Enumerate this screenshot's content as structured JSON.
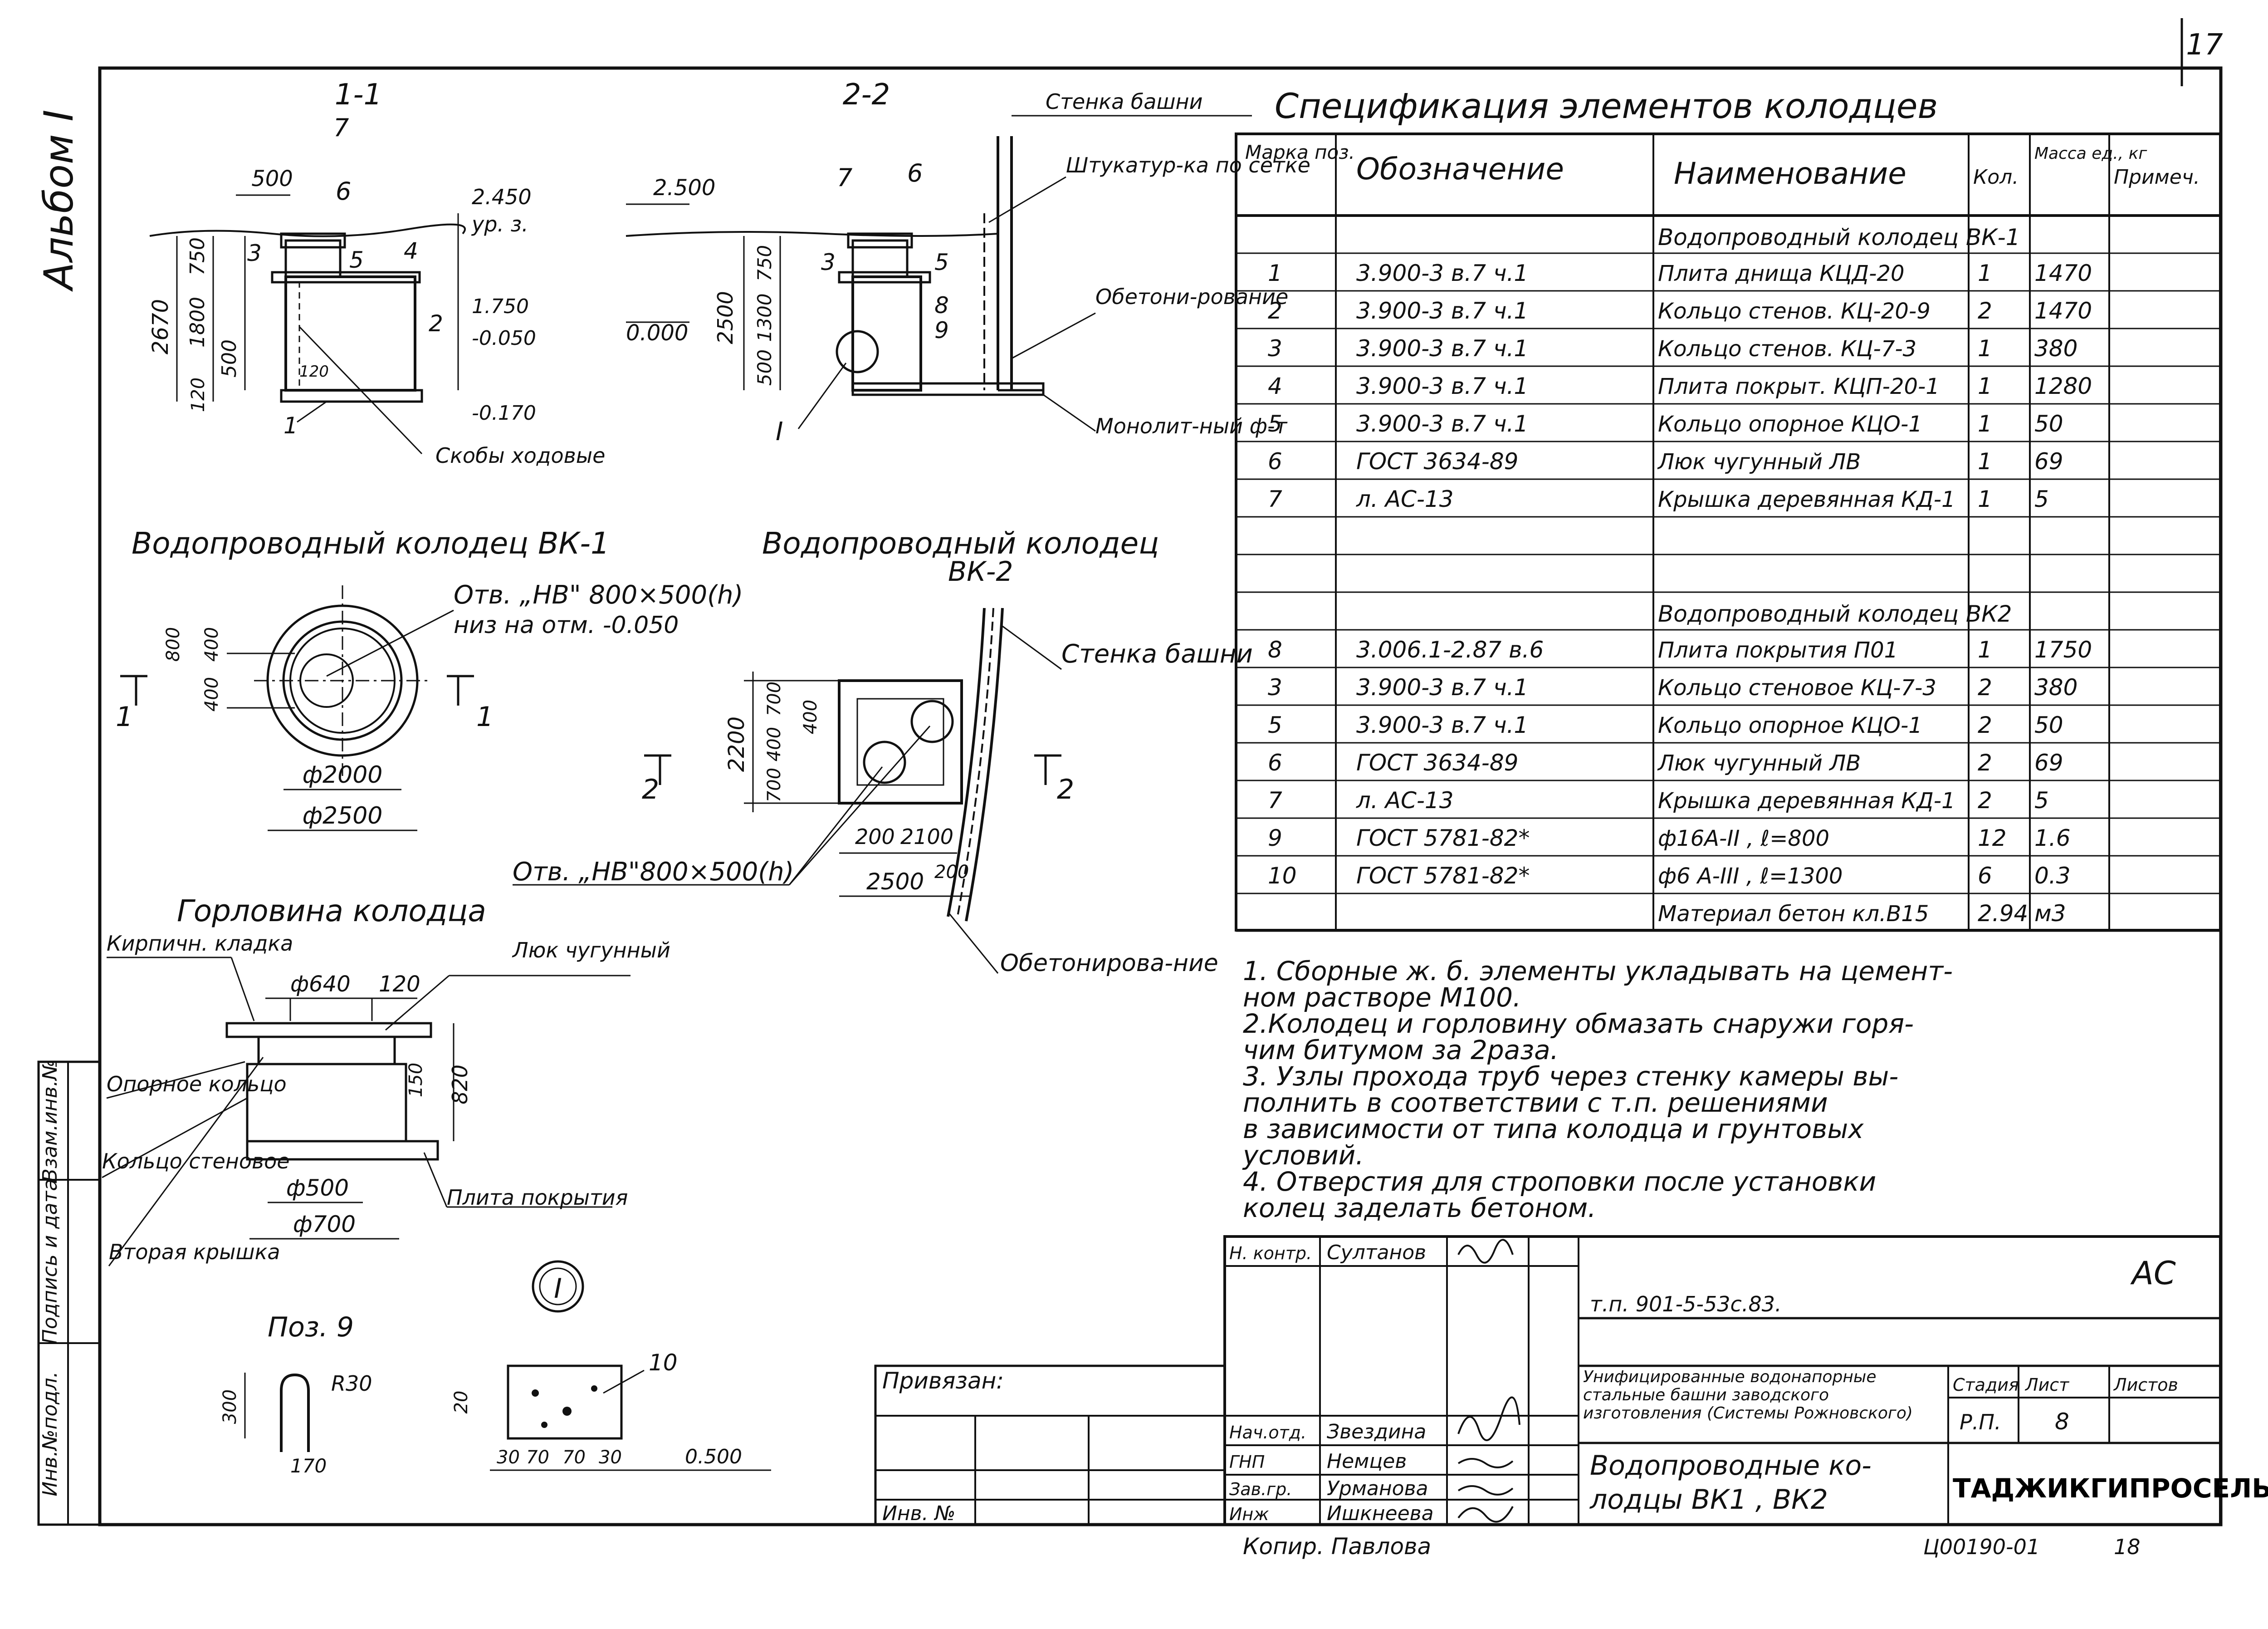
{
  "sheet": {
    "album": "Альбом I",
    "page_number": "17",
    "designation": "т.п. 901-5-53с.83.",
    "section_code": "АС",
    "project_title": "Унифицированные водонапорные стальные башни заводского изготовления (Системы Рожновского)",
    "drawing_title_1": "Водопроводные ко-",
    "drawing_title_2": "лодцы ВК1 , ВК2",
    "organization": "ТАДЖИКГИПРОСЕЛЬСТРОЙ",
    "stage_label": "Стадия",
    "sheet_label": "Лист",
    "sheets_label": "Листов",
    "stage_value": "Р.П.",
    "sheet_value": "8",
    "binding_label": "Привязан:",
    "inv_label": "Инв. №",
    "copy_label": "Копир. Павлова",
    "archive_code": "Ц00190-01",
    "archive_page": "18",
    "side_labels": [
      "Инв.№подл.",
      "Подпись и дата",
      "Взам.инв.№"
    ],
    "staff": [
      {
        "role": "Н. контр.",
        "name": "Султанов"
      },
      {
        "role": "Нач.отд.",
        "name": "Звездина"
      },
      {
        "role": "ГНП",
        "name": "Немцев"
      },
      {
        "role": "Зав.гр.",
        "name": "Урманова"
      },
      {
        "role": "Инж",
        "name": "Ишкнеева"
      }
    ]
  },
  "spec": {
    "title": "Спецификация элементов колодцев",
    "headers": [
      "Марка поз.",
      "Обозначение",
      "Наименование",
      "Кол.",
      "Масса ед., кг",
      "Примеч."
    ],
    "group1": "Водопроводный колодец ВК-1",
    "rows1": [
      [
        "1",
        "3.900-3 в.7 ч.1",
        "Плита днища КЦД-20",
        "1",
        "1470",
        ""
      ],
      [
        "2",
        "3.900-3 в.7 ч.1",
        "Кольцо стенов. КЦ-20-9",
        "2",
        "1470",
        ""
      ],
      [
        "3",
        "3.900-3 в.7 ч.1",
        "Кольцо стенов. КЦ-7-3",
        "1",
        "380",
        ""
      ],
      [
        "4",
        "3.900-3 в.7 ч.1",
        "Плита покрыт. КЦП-20-1",
        "1",
        "1280",
        ""
      ],
      [
        "5",
        "3.900-3 в.7 ч.1",
        "Кольцо опорное КЦО-1",
        "1",
        "50",
        ""
      ],
      [
        "6",
        "ГОСТ 3634-89",
        "Люк чугунный ЛВ",
        "1",
        "69",
        ""
      ],
      [
        "7",
        "л. АС-13",
        "Крышка деревянная КД-1",
        "1",
        "5",
        ""
      ]
    ],
    "group2": "Водопроводный колодец ВК2",
    "rows2": [
      [
        "8",
        "3.006.1-2.87 в.6",
        "Плита покрытия П01",
        "1",
        "1750",
        ""
      ],
      [
        "3",
        "3.900-3 в.7 ч.1",
        "Кольцо стеновое КЦ-7-3",
        "2",
        "380",
        ""
      ],
      [
        "5",
        "3.900-3 в.7 ч.1",
        "Кольцо опорное КЦО-1",
        "2",
        "50",
        ""
      ],
      [
        "6",
        "ГОСТ 3634-89",
        "Люк чугунный ЛВ",
        "2",
        "69",
        ""
      ],
      [
        "7",
        "л. АС-13",
        "Крышка деревянная КД-1",
        "2",
        "5",
        ""
      ],
      [
        "9",
        "ГОСТ 5781-82*",
        "ф16А-II , ℓ=800",
        "12",
        "1.6",
        ""
      ],
      [
        "10",
        "ГОСТ 5781-82*",
        "ф6 А-III , ℓ=1300",
        "6",
        "0.3",
        ""
      ]
    ],
    "material_row": [
      "",
      "",
      "Материал бетон кл.В15",
      "2.94",
      "м3",
      ""
    ]
  },
  "notes": [
    "1. Сборные ж. б. элементы укладывать на цемент-",
    "ном растворе М100.",
    "2.Колодец и горловину обмазать снаружи горя-",
    "чим битумом за 2раза.",
    "3. Узлы прохода труб через стенку камеры вы-",
    "полнить в соответствии с т.п. решениями",
    "в зависимости от типа колодца и грунтовых",
    "условий.",
    "4. Отверстия для строповки после установки",
    "колец заделать бетоном."
  ],
  "sec11": {
    "title": "1-1",
    "dims": [
      "500",
      "2.450",
      "ур. з.",
      "2670",
      "750",
      "1800",
      "500",
      "120",
      "1.750",
      "-0.050",
      "-0.170",
      "120"
    ],
    "pos": [
      "7",
      "6",
      "3",
      "5",
      "4",
      "2",
      "1"
    ],
    "label_scoby": "Скобы ходовые"
  },
  "sec22": {
    "title": "2-2",
    "dims": [
      "2.500",
      "0.000",
      "2500",
      "750",
      "1300",
      "500"
    ],
    "pos": [
      "7",
      "6",
      "3",
      "5",
      "8",
      "9",
      "I"
    ],
    "label_wall": "Стенка башни",
    "label_plaster": "Штукатур-ка по сетке",
    "label_concrete": "Обетони-рование",
    "label_found": "Монолит-ный ф-т"
  },
  "plan1": {
    "title": "Водопроводный колодец ВК-1",
    "hole": "Отв. „НВ\" 800×500(h)",
    "hole_note": "низ на отм. -0.050",
    "dims": [
      "800",
      "400",
      "400",
      "ф2000",
      "ф2500"
    ],
    "cut": "1"
  },
  "plan2": {
    "title_1": "Водопроводный колодец",
    "title_2": "ВК-2",
    "label_wall": "Стенка башни",
    "hole": "Отв. „НВ\"800×500(h)",
    "dims": [
      "2200",
      "700",
      "400",
      "700",
      "400",
      "200",
      "2100",
      "2500",
      "200"
    ],
    "cut": "2",
    "label_concrete": "Обетонирова-ние"
  },
  "neck": {
    "title": "Горловина колодца",
    "labels": [
      "Кирпичн. кладка",
      "Люк чугунный",
      "Опорное кольцо",
      "Кольцо стеновое",
      "Вторая крышка",
      "Плита покрытия"
    ],
    "dims": [
      "ф640",
      "120",
      "150",
      "820",
      "ф500",
      "ф700"
    ]
  },
  "pos9": {
    "title": "Поз. 9",
    "dims": [
      "300",
      "R30",
      "170"
    ]
  },
  "nodeI": {
    "title": "I",
    "dims": [
      "10",
      "20",
      "30",
      "70",
      "70",
      "30",
      "0.500"
    ]
  }
}
